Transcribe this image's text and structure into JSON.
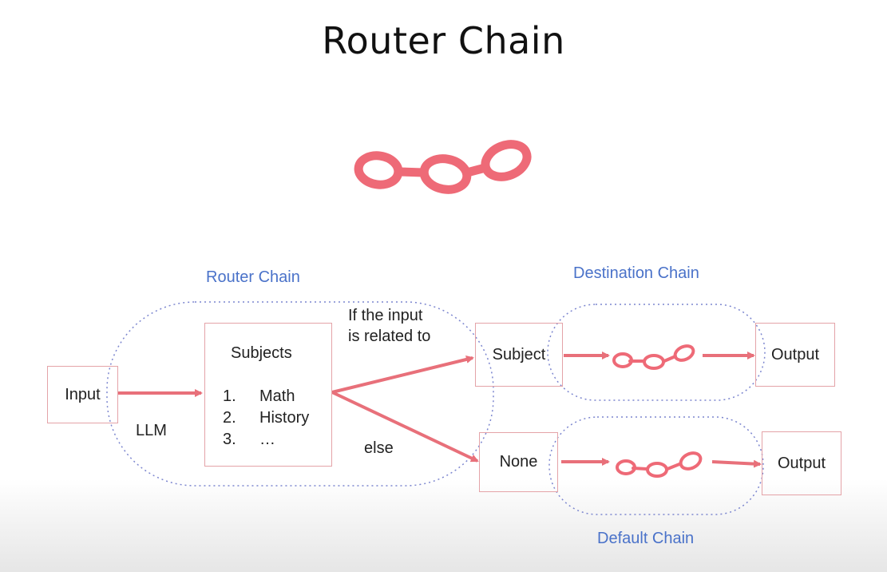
{
  "title": "Router Chain",
  "groups": {
    "router_chain": "Router Chain",
    "destination_chain": "Destination Chain",
    "default_chain": "Default Chain"
  },
  "nodes": {
    "input": "Input",
    "subjects_heading": "Subjects",
    "subjects": [
      {
        "num": "1.",
        "label": "Math"
      },
      {
        "num": "2.",
        "label": "History"
      },
      {
        "num": "3.",
        "label": "…"
      }
    ],
    "subject": "Subject",
    "none": "None",
    "output_top": "Output",
    "output_bottom": "Output"
  },
  "edge_labels": {
    "llm": "LLM",
    "if_input_line1": "If the input",
    "if_input_line2": "is related to",
    "else": "else"
  },
  "colors": {
    "arrow": "#e8707a",
    "box_border": "#e4a3a8",
    "group_border": "#7c86cf",
    "group_label": "#4a72c9"
  },
  "icons": [
    "chain-link-icon"
  ]
}
